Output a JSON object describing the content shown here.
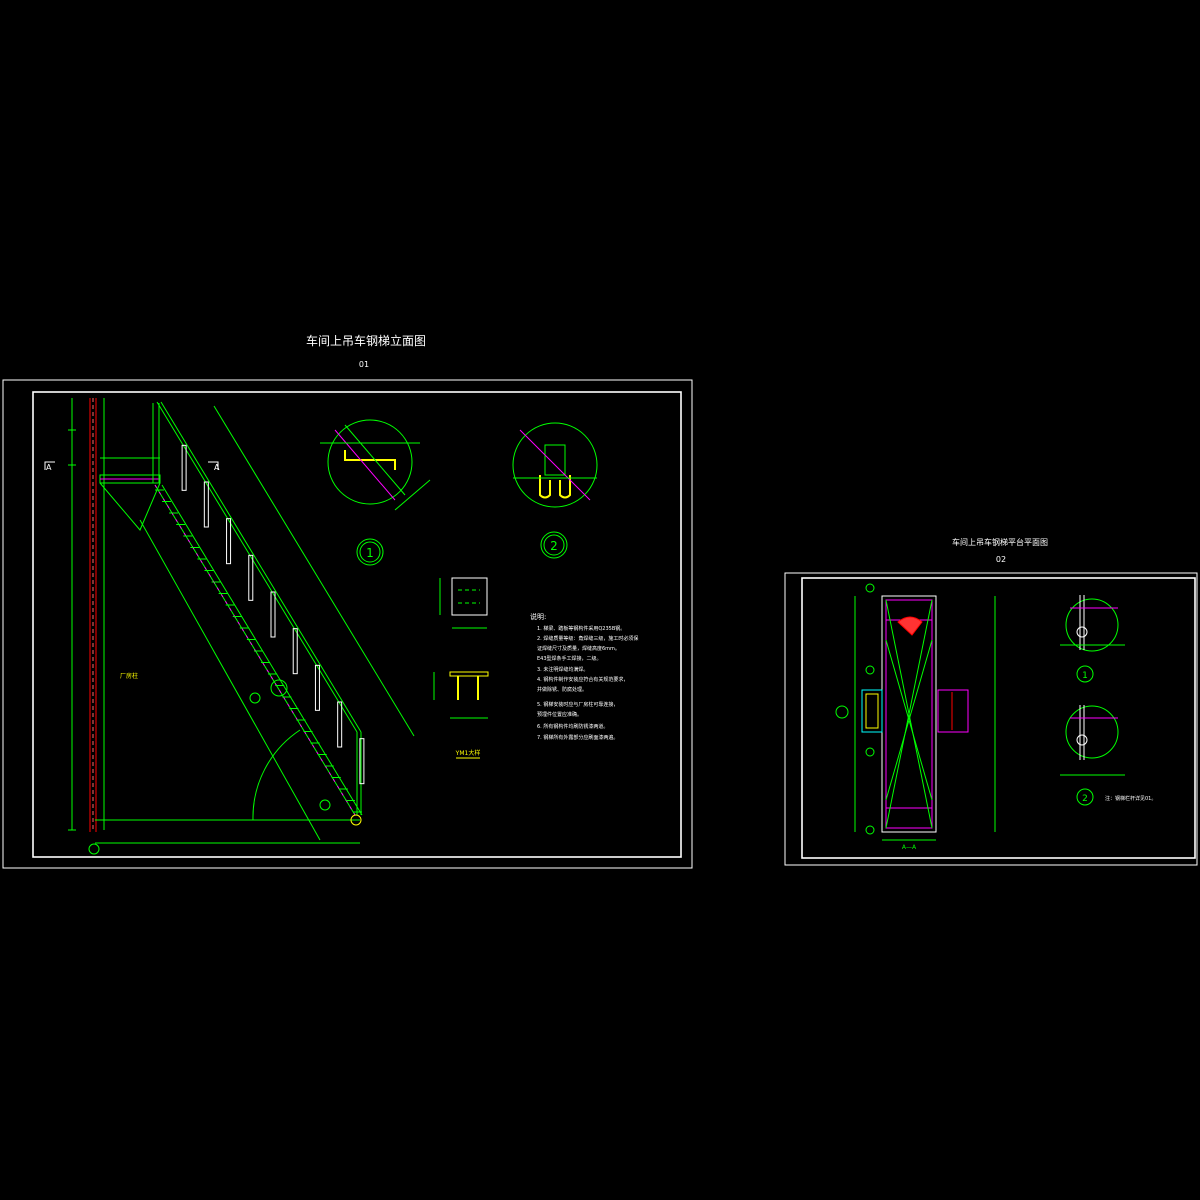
{
  "colors": {
    "background": "#000000",
    "frame": "#ffffff",
    "line": "#00ff00",
    "title": "#ffffff",
    "accent_magenta": "#ff00ff",
    "accent_yellow": "#ffff00",
    "accent_red": "#ff0000",
    "accent_cyan": "#00ffff"
  },
  "sheet1": {
    "title": "车间上吊车钢梯立面图",
    "number": "01",
    "section_mark_left": "A",
    "section_mark_right": "A",
    "detail_1": "1",
    "detail_2": "2",
    "column_label": "厂房柱",
    "embed_label": "YM1大样",
    "notes_title": "说明:",
    "notes": [
      "1.  梯梁、踏板等钢构件采用Q235B钢。",
      "2.  焊缝质量等级：角焊缝三级，施工时必须保",
      "    证焊缝尺寸及质量，焊缝高度6mm。",
      "    E43型焊条手工焊接，二级。",
      "3.  未注明焊缝均满焊。",
      "4.  钢构件制作安装应符合有关规范要求，",
      "    并做除锈、防腐处理。",
      "5.  钢梯安装时应与厂房柱可靠连接，",
      "    预埋件位置应准确。",
      "6.  所有钢构件均刷防锈漆两道。",
      "7.  钢梯所有外露部分应刷面漆两遍。"
    ]
  },
  "sheet2": {
    "title": "车间上吊车钢梯平台平面图",
    "number": "02",
    "section_label": "A—A",
    "detail_1": "1",
    "detail_2": "2",
    "note": "注：钢梯栏杆详见01。"
  }
}
